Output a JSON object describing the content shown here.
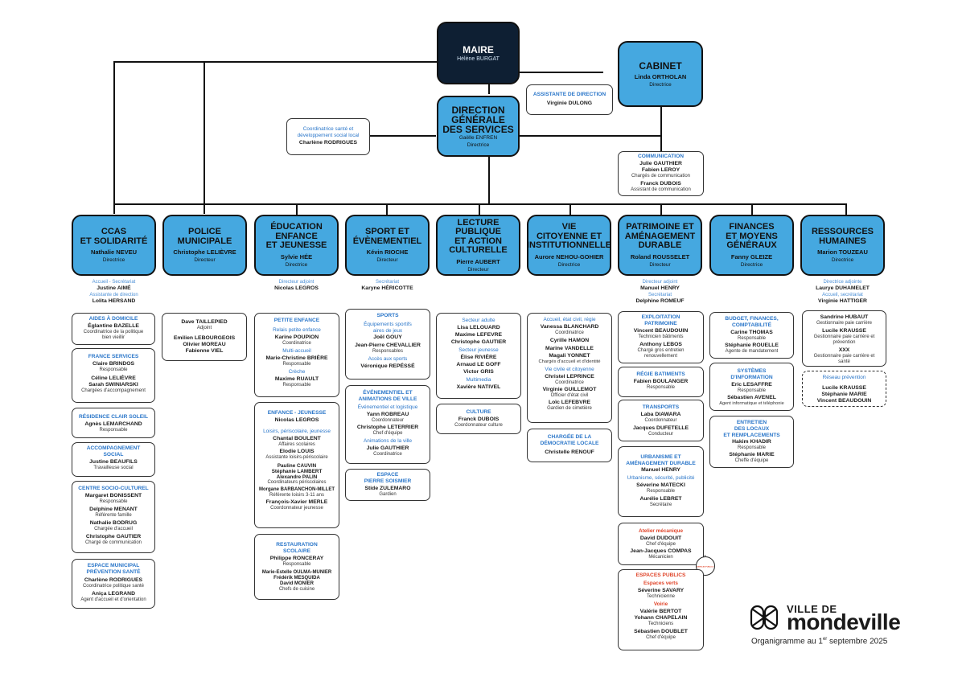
{
  "top": {
    "maire": {
      "title": "MAIRE",
      "name": "Hélène BURGAT"
    },
    "cabinet": {
      "title": "CABINET",
      "name": "Linda ORTHOLAN",
      "role": "Directrice"
    },
    "dgs": {
      "title_lines": [
        "DIRECTION",
        "GÉNÉRALE",
        "DES SERVICES"
      ],
      "name": "Gaëlle ENFREN",
      "role": "Directrice"
    },
    "assistante": {
      "title": "ASSISTANTE DE DIRECTION",
      "name": "Virginie DULONG"
    },
    "coord_sante": {
      "title_lines": [
        "Coordinatrice santé et",
        "développement social local"
      ],
      "name": "Charlène RODRIGUES"
    },
    "communication": {
      "title": "COMMUNICATION",
      "names": [
        "Julie GAUTHIER",
        "Fabien LEROY"
      ],
      "role": "Chargés de communication",
      "name2": "Franck DUBOIS",
      "role2": "Assistant de communication"
    }
  },
  "departments": [
    {
      "title_lines": [
        "CCAS",
        "ET SOLIDARITÉ"
      ],
      "name": "Nathalie NEVEU",
      "role": "Directrice",
      "support": [
        {
          "label": "Accueil - Secrétariat",
          "name": "Justine AIMÉ"
        },
        {
          "label": "Assistante de direction",
          "name": "Lolita HERSAND"
        }
      ]
    },
    {
      "title_lines": [
        "POLICE",
        "MUNICIPALE"
      ],
      "name": "Christophe LELIÈVRE",
      "role": "Directeur",
      "support": []
    },
    {
      "title_lines": [
        "ÉDUCATION",
        "ENFANCE",
        "ET JEUNESSE"
      ],
      "name": "Sylvie HÉE",
      "role": "Directrice",
      "support": [
        {
          "label": "Directeur adjoint",
          "name": "Nicolas LEGROS"
        }
      ]
    },
    {
      "title_lines": [
        "SPORT ET",
        "ÉVÈNEMENTIEL"
      ],
      "name": "Kévin RIOCHE",
      "role": "Directeur",
      "support": [
        {
          "label": "Secrétariat",
          "name": "Karyne HÉRICOTTE"
        }
      ]
    },
    {
      "title_lines": [
        "LECTURE",
        "PUBLIQUE",
        "ET ACTION",
        "CULTURELLE"
      ],
      "name": "Pierre AUBERT",
      "role": "Directeur",
      "support": []
    },
    {
      "title_lines": [
        "VIE",
        "CITOYENNE ET",
        "INSTITUTIONNELLE"
      ],
      "name": "Aurore NEHOU-GOHIER",
      "role": "Directrice",
      "support": []
    },
    {
      "title_lines": [
        "PATRIMOINE ET",
        "AMÉNAGEMENT",
        "DURABLE"
      ],
      "name": "Roland ROUSSELET",
      "role": "Directeur",
      "support": [
        {
          "label": "Directeur adjoint",
          "name": "Manuel HENRY"
        },
        {
          "label": "Secrétariat",
          "name": "Delphine ROMEUF"
        }
      ]
    },
    {
      "title_lines": [
        "FINANCES",
        "ET MOYENS",
        "GÉNÉRAUX"
      ],
      "name": "Fanny GLEIZE",
      "role": "Directrice",
      "support": []
    },
    {
      "title_lines": [
        "RESSOURCES",
        "HUMAINES"
      ],
      "name": "Marion TOUZEAU",
      "role": "Directrice",
      "support": [
        {
          "label": "Directrice adjointe",
          "name": "Laurye DUHAMELET"
        },
        {
          "label": "Accueil, secrétariat",
          "name": "Virginie HATTIGER"
        }
      ]
    }
  ],
  "ccas": {
    "aides": {
      "title": "AIDES À DOMICILE",
      "name": "Églantine BAZELLE",
      "role_lines": [
        "Coordinatrice de la politique",
        "bien vieillir"
      ]
    },
    "france": {
      "title": "FRANCE SERVICES",
      "name": "Claire BRINDOS",
      "role": "Responsable",
      "names": [
        "Céline LELIÈVRE",
        "Sarah SWINIARSKI"
      ],
      "role2": "Chargées d'accompagnement"
    },
    "residence": {
      "title": "RÉSIDENCE CLAIR SOLEIL",
      "name": "Agnès LEMARCHAND",
      "role": "Responsable"
    },
    "accomp": {
      "title_lines": [
        "ACCOMPAGNEMENT",
        "SOCIAL"
      ],
      "name": "Justine BEAUFILS",
      "role": "Travailleuse social"
    },
    "csc": {
      "title": "CENTRE SOCIO-CULTUREL",
      "people": [
        {
          "name": "Margaret BONISSENT",
          "role": "Responsable"
        },
        {
          "name": "Delphine MENANT",
          "role": "Référente famille"
        },
        {
          "name": "Nathalie BODRUG",
          "role": "Chargée d'accueil"
        },
        {
          "name": "Christophe GAUTIER",
          "role": "Chargé de communication"
        }
      ]
    },
    "empsante": {
      "title_lines": [
        "ESPACE MUNICIPAL",
        "PRÉVENTION SANTÉ"
      ],
      "people": [
        {
          "name": "Charlène RODRIGUES",
          "role": "Coordinatrice politique santé"
        },
        {
          "name": "Aniça LEGRAND",
          "role": "Agent d'accueil et d'orientation"
        }
      ]
    }
  },
  "police": {
    "name": "Dave TAILLEPIED",
    "role": "Adjoint",
    "names": [
      "Emilien LEBOURGEOIS",
      "Olivier MOREAU",
      "Fabienne VIEL"
    ]
  },
  "education": {
    "petite": {
      "title": "PETITE ENFANCE",
      "groups": [
        {
          "sub": "Relais petite enfance",
          "name": "Karine POUPION",
          "role": "Coordinatrice"
        },
        {
          "sub": "Multi-accueil",
          "name": "Marie-Christine BRIÈRE",
          "role": "Responsable"
        },
        {
          "sub": "Crèche",
          "name": "Maxime RUAULT",
          "role": "Responsable"
        }
      ]
    },
    "jeunesse": {
      "title": "ENFANCE - JEUNESSE",
      "lead": "Nicolas LEGROS",
      "sub": "Loisirs, périscolaire, jeunesse",
      "p1": {
        "name": "Chantal BOULENT",
        "role": "Affaires scolaires"
      },
      "p2": {
        "name": "Elodie LOUIS",
        "role": "Assistante loisirs-périscolaire"
      },
      "p3": {
        "names": [
          "Pauline CAUVIN",
          "Stéphanie LAMBERT",
          "Alexandre PALIN"
        ],
        "role": "Coordinateurs périscolaires"
      },
      "p4": {
        "name": "Morgane BARBANCHON-MILLET",
        "role": "Référente loisirs 3-11 ans"
      },
      "p5": {
        "name": "François-Xavier MERLE",
        "role": "Coordonnateur jeunesse"
      }
    },
    "restauration": {
      "title_lines": [
        "RESTAURATION",
        "SCOLAIRE"
      ],
      "name": "Philippe RONCERAY",
      "role": "Responsable",
      "names": [
        "Marie-Estelle OULMA-MUNIER",
        "Frédérik MESQUIDA",
        "David MONIER"
      ],
      "role2": "Chefs de cuisine"
    }
  },
  "sport": {
    "sports": {
      "title": "SPORTS",
      "sub1_lines": [
        "Équipements sportifs",
        "aires de jeux"
      ],
      "names1": [
        "Joël GOUY",
        "Jean-Pierre CHEVALLIER"
      ],
      "role1": "Responsables",
      "sub2": "Accès aux sports",
      "name2": "Véronique REPÉSSÉ"
    },
    "event": {
      "title_lines": [
        "ÉVÉNEMENTIEL ET",
        "ANIMATIONS DE VILLE"
      ],
      "sub1": "Événementiel et logistique",
      "p1": {
        "name": "Yann ROBREAU",
        "role": "Coordonnateur"
      },
      "p2": {
        "name": "Christophe LETERRIER",
        "role": "Chef d'équipe"
      },
      "sub2": "Animations de la ville",
      "p3": {
        "name": "Julie GAUTHIER",
        "role": "Coordinatrice"
      }
    },
    "espace": {
      "title_lines": [
        "ESPACE",
        "PIERRE SOISMIER"
      ],
      "name": "Stide ZULEMARO",
      "role": "Gardien"
    }
  },
  "lecture": {
    "secteurs": [
      {
        "sub": "Secteur adulte",
        "names": [
          "Lisa LELOUARD",
          "Maxime LEFEVRE",
          "Christophe GAUTIER"
        ]
      },
      {
        "sub": "Secteur jeunesse",
        "names": [
          "Élise RIVIÈRE",
          "Arnaud LE GOFF",
          "Victor GRIS"
        ]
      },
      {
        "sub": "Multimedia",
        "names": [
          "Xavière NATIVEL"
        ]
      }
    ],
    "culture": {
      "title": "CULTURE",
      "name": "Franck DUBOIS",
      "role": "Coordonnateur culture"
    }
  },
  "vie": {
    "accueil": {
      "sub1": "Accueil, état civil, régie",
      "p1": {
        "name": "Vanessa BLANCHARD",
        "role": "Coordinatrice"
      },
      "names": [
        "Cyrille HAMON",
        "Marine VANDELLE",
        "Magali YONNET"
      ],
      "role2": "Chargés d'accueil et d'identité",
      "sub2": "Vie civile et citoyenne",
      "p2": {
        "name": "Christel LEPRINCE",
        "role": "Coordinatrice"
      },
      "p3": {
        "name": "Virginie GUILLEMOT",
        "role": "Officier d'état civil"
      },
      "p4": {
        "name": "Loïc LEFEBVRE",
        "role": "Gardien de cimetière"
      }
    },
    "democratie": {
      "title_lines": [
        "CHARGÉE DE LA",
        "DÉMOCRATIE LOCALE"
      ],
      "name": "Christelle RENOUF"
    }
  },
  "patrimoine": {
    "exploitation": {
      "title_lines": [
        "EXPLOITATION",
        "PATRIMOINE"
      ],
      "p1": {
        "name": "Vincent BEAUDOUIN",
        "role": "Technicien bâtiments"
      },
      "p2": {
        "name": "Anthony LEBOS",
        "role_lines": [
          "Chargé gros entretien",
          "renouvellement"
        ]
      }
    },
    "regie": {
      "title": "RÉGIE BATIMENTS",
      "name": "Fabien BOULANGER",
      "role": "Responsable"
    },
    "transports": {
      "title": "TRANSPORTS",
      "p1": {
        "name": "Laba DIAWARA",
        "role": "Coordonnateur"
      },
      "p2": {
        "name": "Jacques DUFETELLE",
        "role": "Conducteur"
      }
    },
    "urbanisme": {
      "title_lines": [
        "URBANISME ET",
        "AMÉNAGEMENT DURABLE"
      ],
      "lead": "Manuel HENRY",
      "sub": "Urbanisme, sécurité, publicité",
      "p1": {
        "name": "Séverine MATECKI",
        "role": "Responsable"
      },
      "p2": {
        "name": "Aurélie LEBRET",
        "role": "Secrétaire"
      }
    },
    "atelier": {
      "title": "Atelier mécanique",
      "p1": {
        "name": "David DUDOUIT",
        "role": "Chef d'équipe"
      },
      "p2": {
        "name": "Jean-Jacques COMPAS",
        "role": "Mécanicien"
      }
    },
    "badge": "ESPACES PUBLICS",
    "espaces": {
      "title": "ESPACES PUBLICS",
      "sub1": "Espaces verts",
      "p1": {
        "name": "Séverine SAVARY",
        "role": "Technicienne"
      },
      "sub2": "Voirie",
      "names": [
        "Valérie BERTOT",
        "Yohann CHAPELAIN"
      ],
      "role2": "Techniciens",
      "p3": {
        "name": "Sébastien DOUBLET",
        "role": "Chef d'équipe"
      }
    }
  },
  "finances": {
    "budget": {
      "title_lines": [
        "BUDGET, FINANCES,",
        "COMPTABILITÉ"
      ],
      "p1": {
        "name": "Carine THOMAS",
        "role": "Responsable"
      },
      "p2": {
        "name": "Stéphanie ROUELLE",
        "role": "Agente de mandatement"
      }
    },
    "si": {
      "title_lines": [
        "SYSTÈMES",
        "D'INFORMATION"
      ],
      "p1": {
        "name": "Eric LESAFFRE",
        "role": "Responsable"
      },
      "p2": {
        "name": "Sébastien AVENEL",
        "role": "Agent informatique et téléphonie"
      }
    },
    "entretien": {
      "title_lines": [
        "ENTRETIEN",
        "DES LOCAUX",
        "ET REMPLACEMENTS"
      ],
      "p1": {
        "name": "Hakim KHADIR",
        "role": "Responsable"
      },
      "p2": {
        "name": "Stéphanie MARIE",
        "role": "Cheffe d'équipe"
      }
    }
  },
  "rh": {
    "gest": [
      {
        "name": "Sandrine HUBAUT",
        "role_lines": [
          "Gestionnaire paie carrière"
        ]
      },
      {
        "name": "Lucile KRAUSSE",
        "role_lines": [
          "Gestionnaire paie carrière et",
          "prévention"
        ]
      },
      {
        "name": "XXX",
        "role_lines": [
          "Gestionnaire paie carrière et",
          "santé"
        ]
      }
    ],
    "reseau": {
      "title": "Réseau prévention",
      "names": [
        "Lucile KRAUSSE",
        "Stéphanie MARIE",
        "Vincent BEAUDOUIN"
      ]
    }
  },
  "footer": {
    "logo_line1": "VILLE DE",
    "logo_line2": "mondeville",
    "caption_pre": "Organigramme au 1",
    "caption_sup": "er",
    "caption_post": " septembre 2025"
  },
  "colors": {
    "dark": "#0e1f33",
    "blue": "#45a8e0",
    "accent_text": "#2a76c9",
    "red": "#e0452a"
  }
}
